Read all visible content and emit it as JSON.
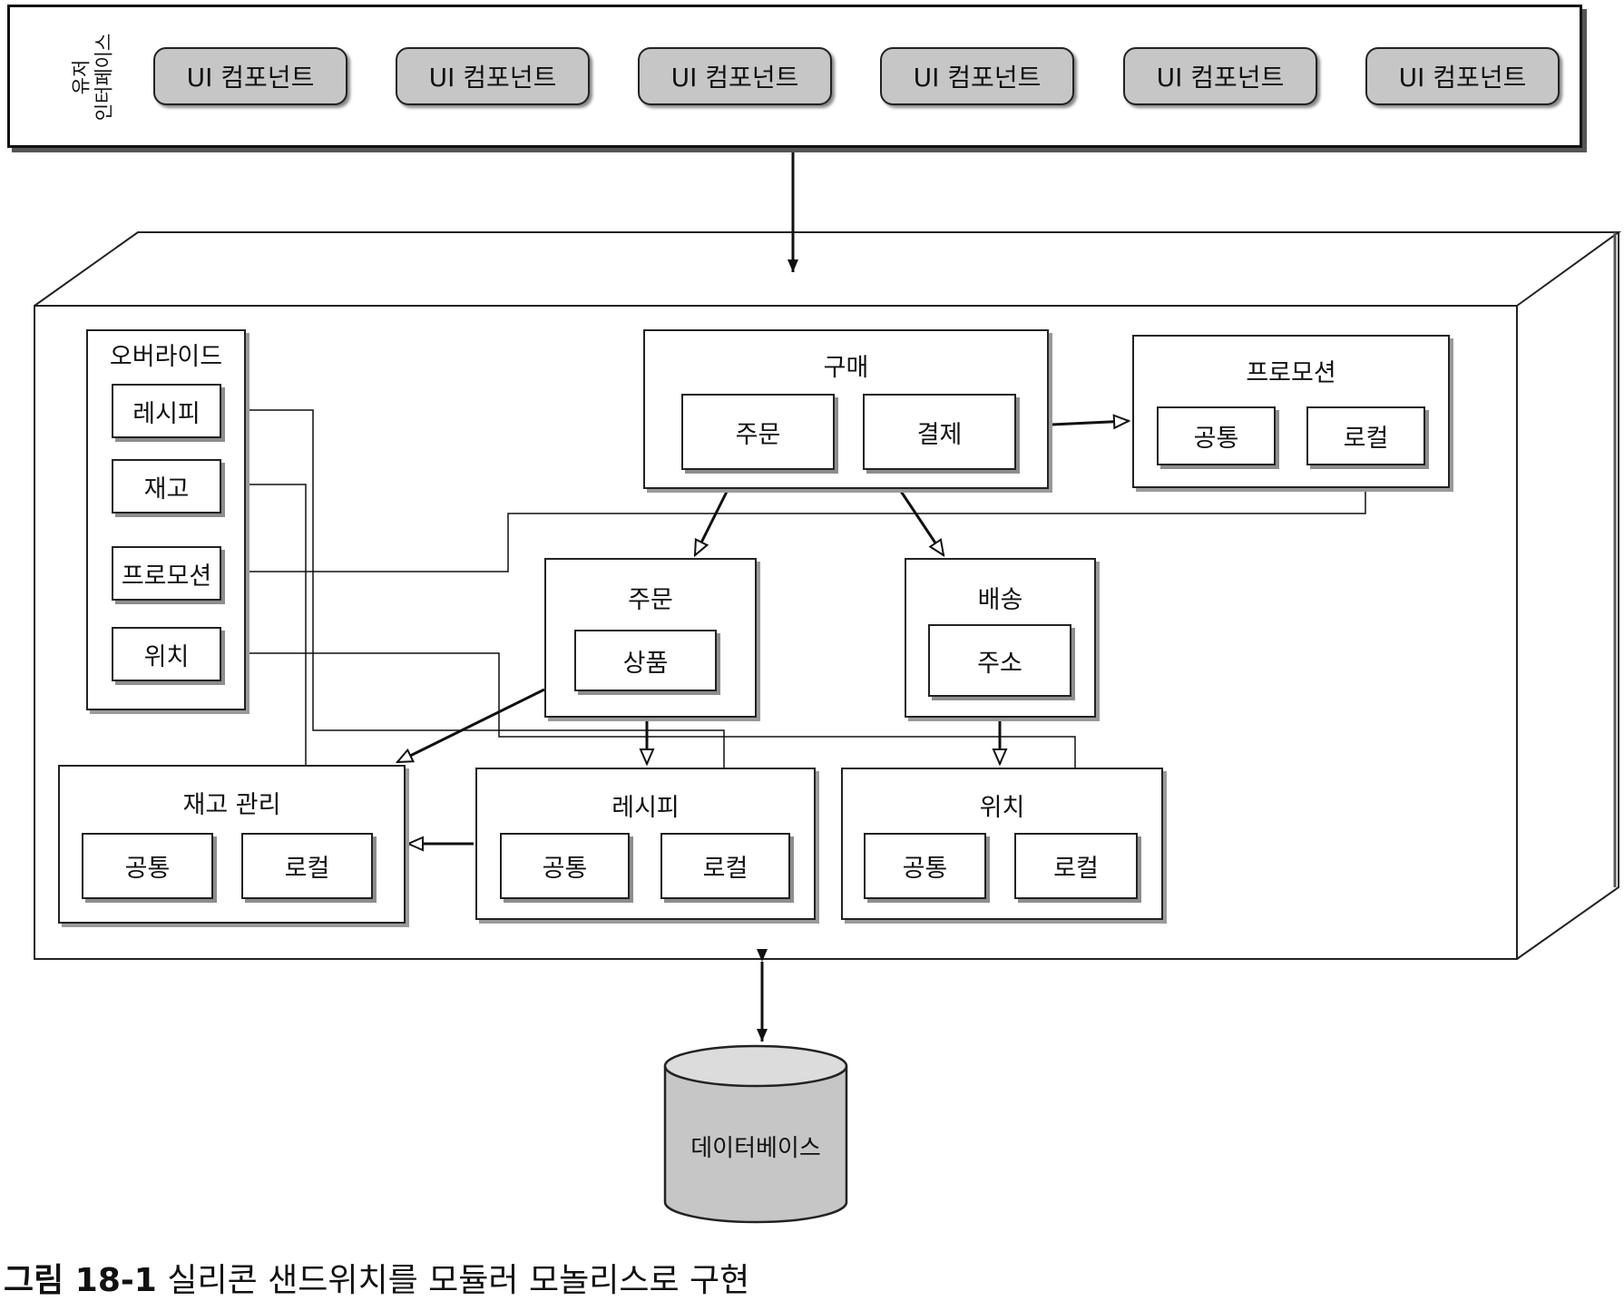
{
  "ui_layer": {
    "side_label": "유저\n인터페이스",
    "components": [
      "UI 컴포넌트",
      "UI 컴포넌트",
      "UI 컴포넌트",
      "UI 컴포넌트",
      "UI 컴포넌트",
      "UI 컴포넌트"
    ]
  },
  "override": {
    "title": "오버라이드",
    "items": [
      "레시피",
      "재고",
      "프로모션",
      "위치"
    ]
  },
  "purchase": {
    "title": "구매",
    "order": "주문",
    "payment": "결제"
  },
  "promotion": {
    "title": "프로모션",
    "common": "공통",
    "local": "로컬"
  },
  "order": {
    "title": "주문",
    "product": "상품"
  },
  "shipping": {
    "title": "배송",
    "address": "주소"
  },
  "inventory": {
    "title": "재고 관리",
    "common": "공통",
    "local": "로컬"
  },
  "recipe": {
    "title": "레시피",
    "common": "공통",
    "local": "로컬"
  },
  "location": {
    "title": "위치",
    "common": "공통",
    "local": "로컬"
  },
  "database": {
    "label": "데이터베이스"
  },
  "caption": {
    "number": "그림 18-1",
    "text": "실리콘 샌드위치를 모듈러 모놀리스로 구현"
  }
}
